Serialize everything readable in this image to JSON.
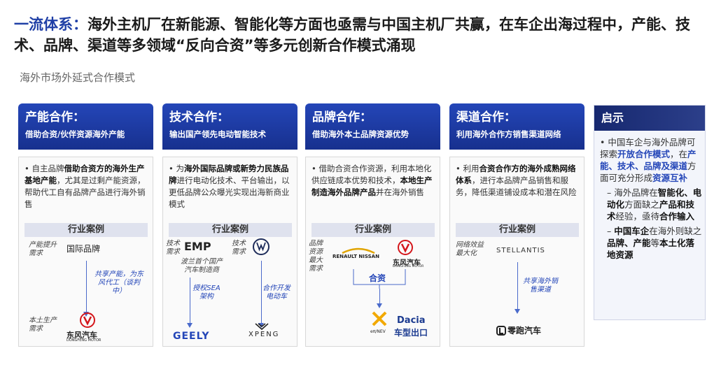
{
  "header": {
    "tag": "一流体系：",
    "title": "海外主机厂在新能源、智能化等方面也亟需与中国主机厂共赢，在车企出海过程中，产能、技术、品牌、渠道等多领域“反向合资”等多元创新合作模式涌现",
    "subtitle": "海外市场外延式合作模式"
  },
  "case_label": "行业案例",
  "columns": [
    {
      "title": "产能合作：",
      "subtitle": "借助合资/伙伴资源海外产能",
      "desc_pre": "• 自主品牌",
      "desc_bold": "借助合资方的海外生产基地产能",
      "desc_post": "，尤其是过剩产能资源，帮助代工自有品牌产品进行海外销售",
      "case": {
        "need1": "产能提升需求",
        "brand1": "国际品牌",
        "note": "共享产能，为东风代工（谈判中）",
        "need2": "本土生产需求",
        "logo": "东风汽车",
        "logo_sub": "DONGFENG MOTOR"
      }
    },
    {
      "title": "技术合作：",
      "subtitle": "输出国产领先电动智能技术",
      "desc_pre": "• 为",
      "desc_bold": "海外国际品牌或新势力民族品牌",
      "desc_post": "进行电动化技术、平台输出，以更低品牌公众曝光实现出海新商业模式",
      "case": {
        "need_a": "技术需求",
        "logo_a": "EMP",
        "note_a": "波兰首个国产汽车制造商",
        "note_b": "授权SEA架构",
        "logo_b": "GEELY",
        "need_c": "技术需求",
        "note_c": "合作开发电动车",
        "logo_c": "XPENG"
      }
    },
    {
      "title": "品牌合作：",
      "subtitle": "借助海外本土品牌资源优势",
      "desc_pre": "• 借助合资合作资源，利用本地化供应链成本优势和技术，",
      "desc_bold": "本地生产制造海外品牌产品",
      "desc_post": "并在海外销售",
      "case": {
        "need": "品牌资源最大需求",
        "logo_a": "RENAULT NISSAN",
        "logo_b": "东风汽车",
        "logo_b_sub": "DONGFENG MOTOR",
        "jv": "合资",
        "logo_c": "eπ/NEV",
        "dacia": "Dacia",
        "dacia_sub": "车型出口"
      }
    },
    {
      "title": "渠道合作：",
      "subtitle": "利用海外合作方销售渠道网络",
      "desc_pre": "• 利用",
      "desc_bold": "合资合作方的海外成熟网络体系",
      "desc_post": "，进行本品牌产品销售和服务，降低渠道铺设成本和潜在风险",
      "case": {
        "need": "网络效益最大化",
        "logo_a": "STELLANTIS",
        "note": "共享海外销售渠道",
        "logo_b": "零跑汽车"
      }
    }
  ],
  "insight": {
    "title": "启示",
    "p1_pre": "中国车企与海外品牌可探索",
    "p1_b1": "开放合作模式",
    "p1_mid": "，在",
    "p1_b2": "产能、技术、品牌及渠道",
    "p1_mid2": "方面可充分形成",
    "p1_b3": "资源互补",
    "p2_pre": "海外品牌在",
    "p2_b1": "智能化、电动化",
    "p2_mid": "方面缺之",
    "p2_b2": "产品和技术",
    "p2_mid2": "经验，亟待",
    "p2_b3": "合作输入",
    "p3_b1": "中国车企",
    "p3_mid": "在海外则缺之",
    "p3_b2": "品牌、产能",
    "p3_mid2": "等",
    "p3_b3": "本土化落地资源"
  },
  "colors": {
    "accent": "#1f3fa6",
    "header_bg": "#17308e",
    "dongfeng_red": "#d4161b"
  }
}
